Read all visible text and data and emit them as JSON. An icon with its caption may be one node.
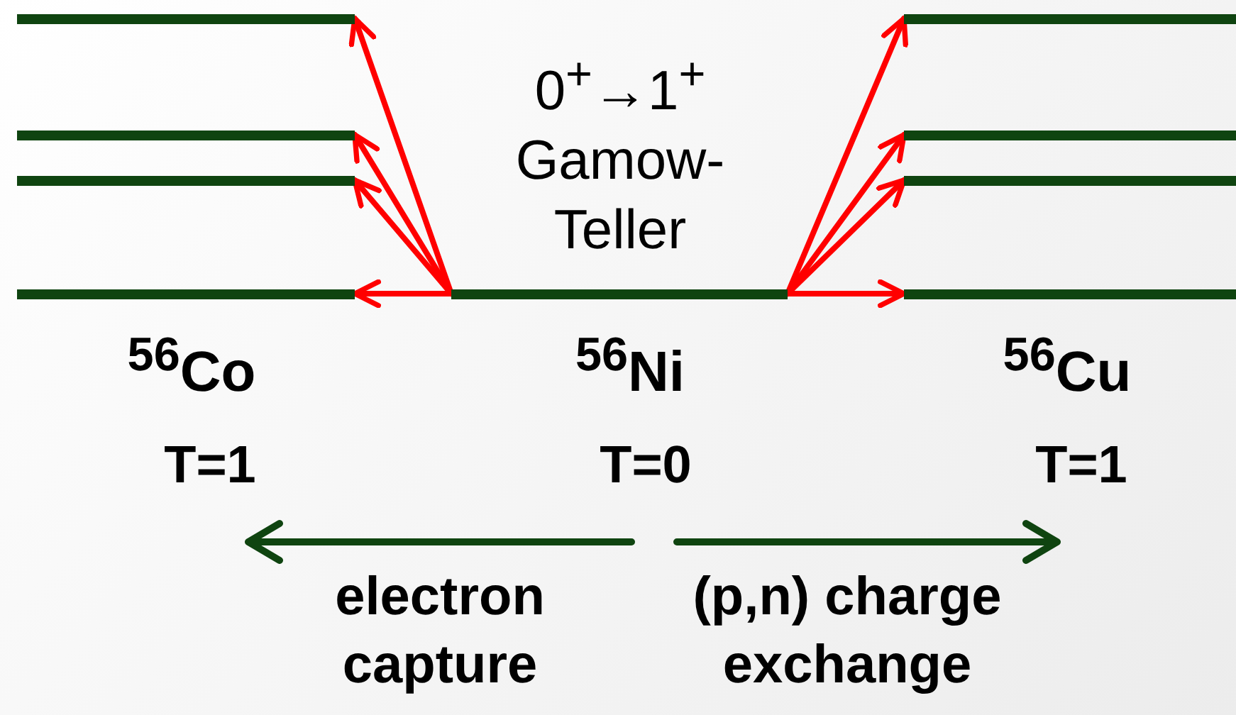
{
  "diagram": {
    "nodes": [
      {
        "text": [],
        "shape": "bar"
      },
      {
        "text": [],
        "shape": "bar"
      },
      {
        "text": [],
        "shape": "bar"
      },
      {
        "text": [],
        "shape": "bar"
      },
      {
        "text": [],
        "shape": "bar"
      },
      {
        "text": [],
        "shape": "bar"
      },
      {
        "text": [],
        "shape": "bar"
      },
      {
        "text": [],
        "shape": "bar"
      },
      {
        "text": [],
        "shape": "bar"
      }
    ],
    "edges": [
      {
        "from": 4,
        "to": 0,
        "arrow": "to"
      },
      {
        "from": 4,
        "to": 1,
        "arrow": "to"
      },
      {
        "from": 4,
        "to": 2,
        "arrow": "to"
      },
      {
        "from": 4,
        "to": 3,
        "arrow": "to"
      },
      {
        "from": 4,
        "to": 5,
        "arrow": "to"
      },
      {
        "from": 4,
        "to": 6,
        "arrow": "to"
      },
      {
        "from": 4,
        "to": 7,
        "arrow": "to"
      },
      {
        "from": 4,
        "to": 8,
        "arrow": "to"
      }
    ],
    "labels": [
      "0$^{+}$→1$^{+}$ Gamow-Teller",
      "$^{56}$Co",
      "$^{56}$Ni",
      "$^{56}$Cu",
      "T=1",
      "T=0",
      "T=1",
      "electron capture",
      "(p,n) charge exchange"
    ]
  }
}
